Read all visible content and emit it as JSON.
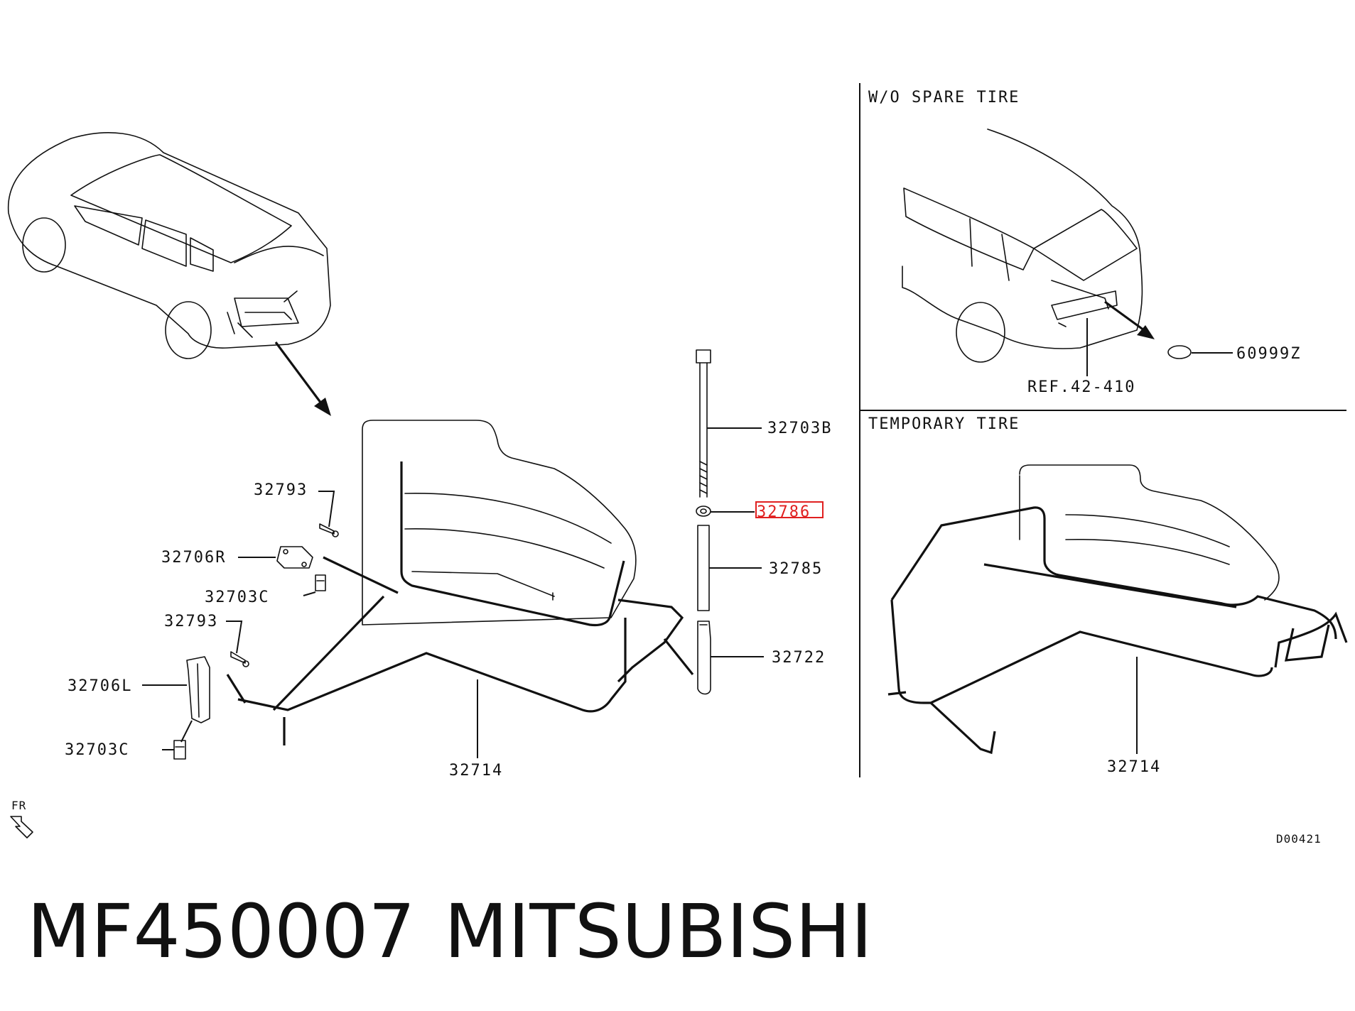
{
  "panels": {
    "wo_spare_tire": "W/O SPARE TIRE",
    "temporary_tire": "TEMPORARY TIRE"
  },
  "callouts": {
    "p32793_top": "32793",
    "p32706R": "32706R",
    "p32703C_top": "32703C",
    "p32793_bottom": "32793",
    "p32706L": "32706L",
    "p32703C_bottom": "32703C",
    "p32714_main": "32714",
    "p32703B": "32703B",
    "p32786": "32786",
    "p32785": "32785",
    "p32722": "32722",
    "p60999Z": "60999Z",
    "ref": "REF.42-410",
    "p32714_temp": "32714"
  },
  "direction": "FR",
  "diagram_code": "D00421",
  "footer": {
    "part_number": "MF450007",
    "brand": "MITSUBISHI"
  },
  "colors": {
    "highlight": "#e02020",
    "line": "#111111"
  }
}
